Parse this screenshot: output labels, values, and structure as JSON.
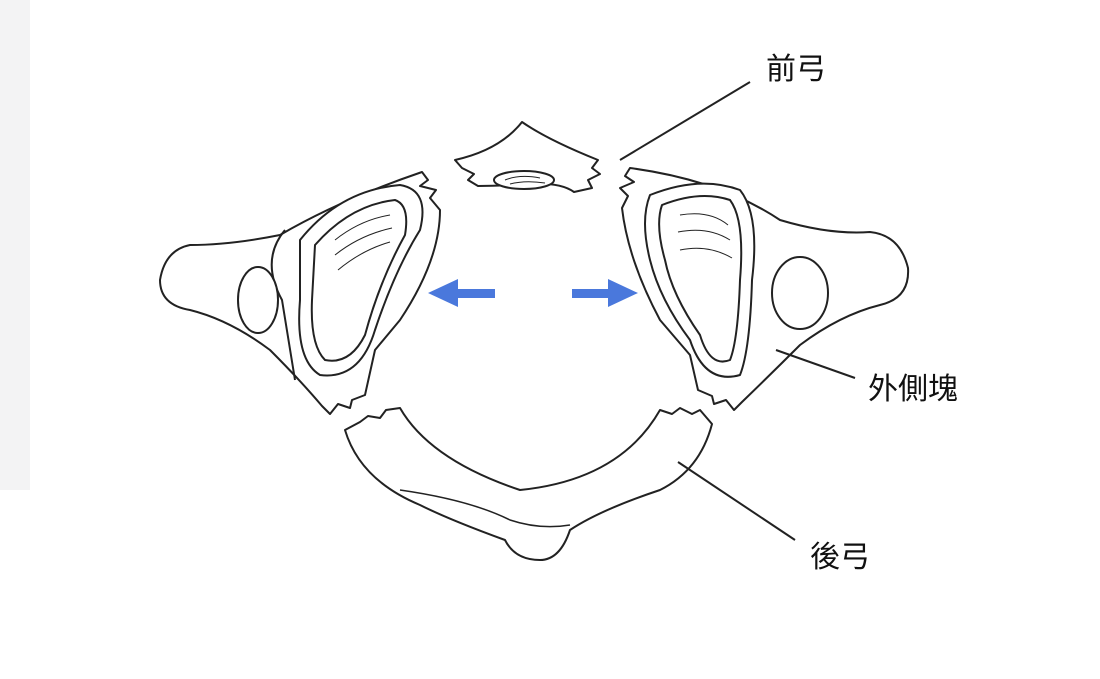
{
  "diagram": {
    "subject": "atlas",
    "labels": {
      "anterior_arch": "前弓",
      "lateral_mass": "外側塊",
      "posterior_arch": "後弓"
    },
    "arrow_color": "#4a78dc",
    "line_color": "#222222"
  }
}
